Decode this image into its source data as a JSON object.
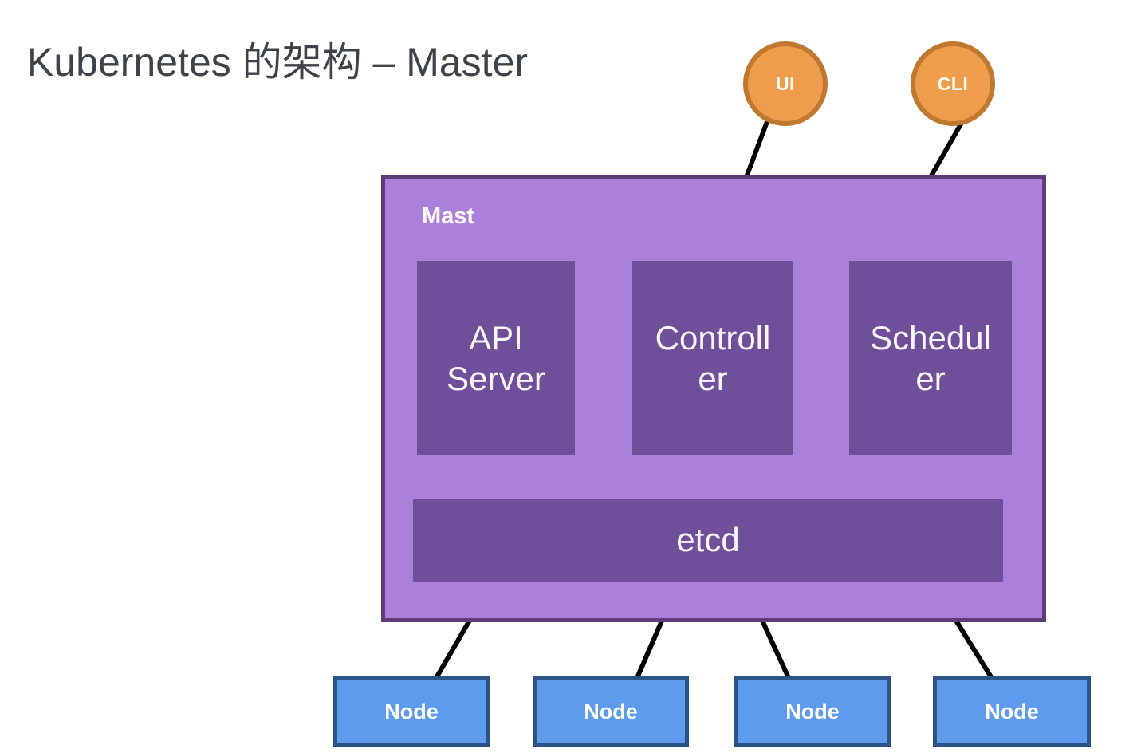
{
  "title": "Kubernetes 的架构 – Master",
  "clients": [
    {
      "id": "ui",
      "label": "UI"
    },
    {
      "id": "cli",
      "label": "CLI"
    }
  ],
  "master": {
    "label": "Mast",
    "components": [
      {
        "id": "api-server",
        "lines": [
          "API",
          "Server"
        ]
      },
      {
        "id": "controller",
        "lines": [
          "Controll",
          "er"
        ]
      },
      {
        "id": "scheduler",
        "lines": [
          "Schedul",
          "er"
        ]
      }
    ],
    "store": {
      "label": "etcd"
    }
  },
  "nodes": [
    {
      "label": "Node"
    },
    {
      "label": "Node"
    },
    {
      "label": "Node"
    },
    {
      "label": "Node"
    }
  ],
  "edges": [
    {
      "from": "UI",
      "to": "Master"
    },
    {
      "from": "CLI",
      "to": "Master"
    },
    {
      "from": "Master",
      "to": "Node-1"
    },
    {
      "from": "Master",
      "to": "Node-2"
    },
    {
      "from": "Master",
      "to": "Node-3"
    },
    {
      "from": "Master",
      "to": "Node-4"
    }
  ],
  "colors": {
    "title_text": "#3e4249",
    "master_fill": "#ab80da",
    "master_border": "#5c3d78",
    "component_fill": "#6f4f9a",
    "component_text": "#f9f5fb",
    "store_fill": "#6f4f9a",
    "node_fill": "#5d9cec",
    "node_border": "#2b5385",
    "node_text": "#ffffff",
    "client_fill": "#ee9d4d",
    "client_border": "#c0772e",
    "connector": "#000000",
    "background": "#ffffff"
  }
}
